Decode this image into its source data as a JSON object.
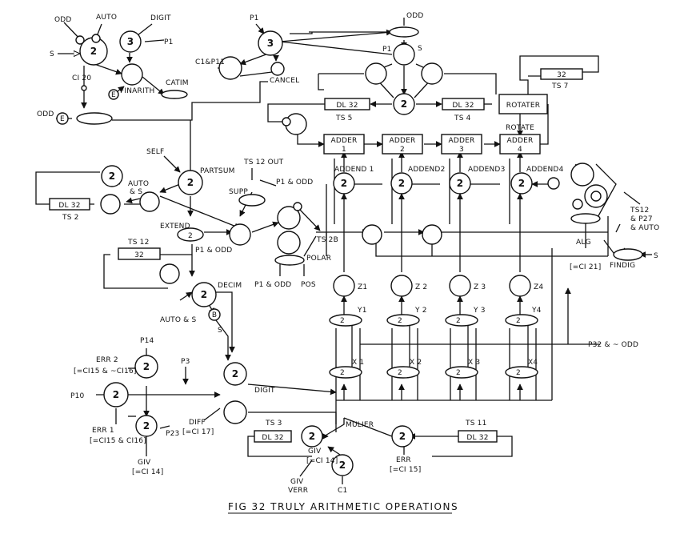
{
  "caption": "FIG 32   TRULY ARITHMETIC OPERATIONS",
  "nodes": {
    "n_odd_auto": "2",
    "n_digit_top": "3",
    "n_p1_top": "3",
    "n_rot_mid": "2",
    "n_partsum": "2",
    "n_ts2": "2",
    "n_extend": "2",
    "n_decim": "2",
    "n_addend1": "2",
    "n_addend2": "2",
    "n_addend3": "2",
    "n_addend4": "2",
    "n_err2": "2",
    "n_p10": "2",
    "n_err1": "2",
    "n_digit": "2",
    "n_ts3": "2",
    "n_civ": "2",
    "n_err_mul": "2",
    "n_y1": "2",
    "n_y2": "2",
    "n_y3": "2",
    "n_y4": "2",
    "n_x1": "2",
    "n_x2": "2",
    "n_x3": "2",
    "n_x4": "2"
  },
  "markers": {
    "e1": "E",
    "e2": "E",
    "b": "B"
  },
  "boxes": {
    "dl32_ts5": "DL 32",
    "dl32_ts4": "DL 32",
    "rotater": "ROTATER",
    "ts7_val": "32",
    "ts2_box": "DL 32",
    "ts12_box": "32",
    "adder1": [
      "ADDER",
      "1"
    ],
    "adder2": [
      "ADDER",
      "2"
    ],
    "adder3": [
      "ADDER",
      "3"
    ],
    "adder4": [
      "ADDER",
      "4"
    ],
    "ts3_box": "DL 32",
    "ts11_box": "DL 32"
  },
  "labels": {
    "odd_tl": "ODD",
    "auto_tl": "AUTO",
    "digit_tl": "DIGIT",
    "p1_tl": "P1",
    "s_tl": "S",
    "ci20": "CI 20",
    "finarith": "FINARITH",
    "catim": "CATIM",
    "odd_e": "ODD",
    "p1_top": "P1",
    "odd_top": "ODD",
    "p1_small": "P1",
    "s_top": "S",
    "ci_p11": "C1&P11",
    "cancel": "CANCEL",
    "ts5": "TS 5",
    "ts4": "TS 4",
    "ts7": "TS 7",
    "rotate": "ROTATE",
    "self": "SELF",
    "partsum": "PARTSUM",
    "auto_s1": "AUTO",
    "auto_s2": "& S",
    "ts2": "TS 2",
    "ts12_out": "TS 12 OUT",
    "supp": "SUPP",
    "p1_odd_top": "P1 & ODD",
    "addend1": "ADDEND 1",
    "addend2": "ADDEND2",
    "addend3": "ADDEND3",
    "addend4": "ADDEND4",
    "extend": "EXTEND",
    "p1_odd_ext": "P1 & ODD",
    "ts2b": "TS 2B",
    "polar": "POLAR",
    "p1_odd_pol": "P1 & ODD",
    "pos": "POS",
    "ts12": "TS 12",
    "decim": "DECIM",
    "auto_s_dec": "AUTO & S",
    "s_dec": "S",
    "z1": "Z1",
    "z2": "Z 2",
    "z3": "Z 3",
    "z4": "Z4",
    "y1": "Y1",
    "y2": "Y 2",
    "y3": "Y 3",
    "y4": "Y4",
    "x1": "X 1",
    "x2": "X 2",
    "x3": "X 3",
    "x4": "X4",
    "ts12_r1": "TS12",
    "ts12_r2": "& P27",
    "ts12_r3": "& AUTO",
    "alg": "ALG",
    "alg_sub": "[=CI 21]",
    "findig": "FINDIG",
    "s_right": "S",
    "p32_odd": "P32 & ~ ODD",
    "p14": "P14",
    "err2": "ERR 2",
    "err2_sub": "[=CI15 & ~CI16]",
    "p3": "P3",
    "p10": "P10",
    "digit": "DIGIT",
    "err1": "ERR 1",
    "err1_sub": "[=CI15 & CI16]",
    "p23": "P23",
    "diff": "DIFF",
    "diff_sub": "[=CI 17]",
    "giv": "GIV",
    "giv_sub": "[=CI 14]",
    "ts3": "TS 3",
    "mulier": "MULIER",
    "ts11": "TS 11",
    "giv_verr1": "GIV",
    "giv_verr2": "VERR",
    "giv2": "GIV",
    "giv2_sub": "[=CI 14]",
    "err_m": "ERR",
    "err_m_sub": "[=CI 15]",
    "c1": "C1"
  }
}
